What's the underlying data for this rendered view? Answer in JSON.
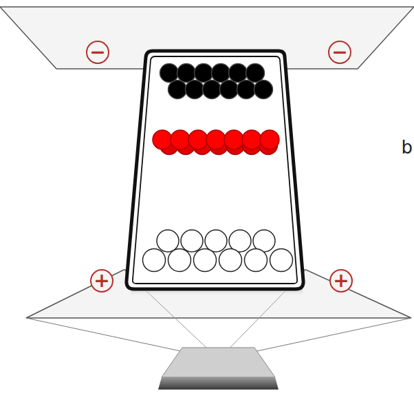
{
  "diagram": {
    "labels": [
      "−",
      "−",
      "+",
      "+",
      "b"
    ]
  }
}
